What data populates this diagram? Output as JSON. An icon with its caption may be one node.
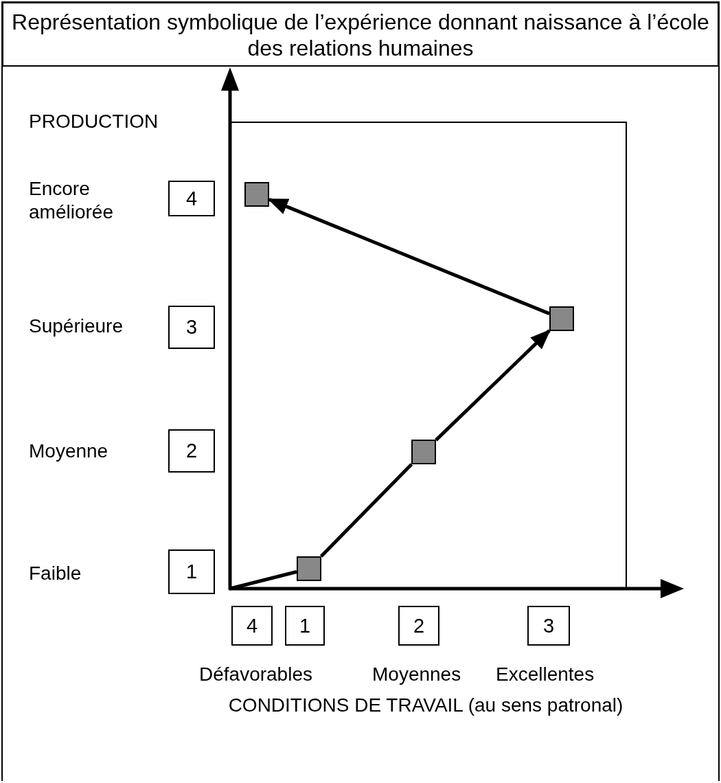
{
  "diagram": {
    "title": "Représentation symbolique de l’expérience donnant naissance à l’école des relations humaines",
    "nodes": [
      {
        "text": [
          "4"
        ]
      },
      {
        "text": [
          "3"
        ]
      },
      {
        "text": [
          "2"
        ]
      },
      {
        "text": [
          "1"
        ]
      },
      {
        "text": [
          "4"
        ]
      },
      {
        "text": [
          "1"
        ]
      },
      {
        "text": [
          "2"
        ]
      },
      {
        "text": [
          "3"
        ]
      },
      {
        "text": [],
        "shape": "box"
      },
      {
        "text": [],
        "shape": "box"
      },
      {
        "text": [],
        "shape": "box"
      },
      {
        "text": [],
        "shape": "box"
      }
    ],
    "edges": [
      {
        "from": null,
        "to": 11,
        "arrow": "none"
      },
      {
        "from": 11,
        "to": 10,
        "arrow": "none"
      },
      {
        "from": 10,
        "to": 9,
        "arrow": "to"
      },
      {
        "from": 9,
        "to": 8,
        "arrow": "to"
      }
    ],
    "labels": [
      "PRODUCTION",
      "Encore améliorée",
      "Supérieure",
      "Moyenne",
      "Faible",
      "Défavorables",
      "Moyennes",
      "Excellentes",
      "CONDITIONS DE TRAVAIL (au sens patronal)"
    ]
  }
}
